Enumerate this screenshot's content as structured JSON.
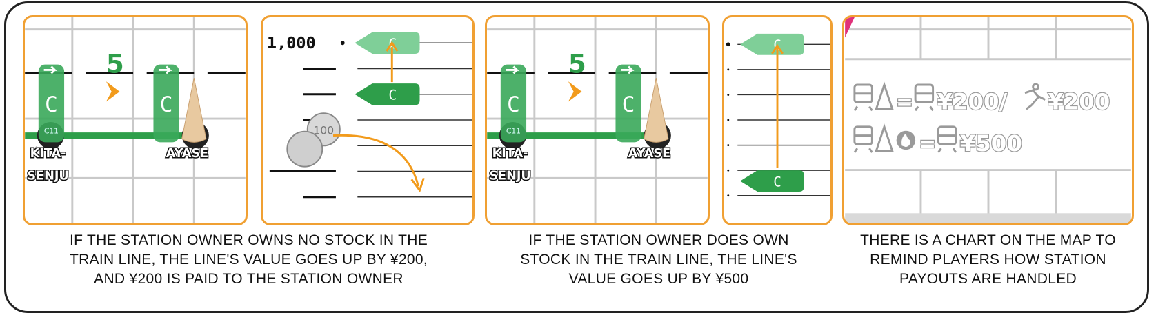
{
  "panel1": {
    "distance": "5",
    "token_letter": "C",
    "token_sub": "C11",
    "station_a_line1": "KITA-",
    "station_a_line2": "SENJU",
    "station_b": "AYASE"
  },
  "panel2": {
    "track_value": "1,000",
    "token_letter": "C",
    "coin_label": "100"
  },
  "panel3": {
    "distance": "5",
    "token_letter": "C",
    "token_sub": "C11",
    "station_a_line1": "KITA-",
    "station_a_line2": "SENJU",
    "station_b": "AYASE"
  },
  "panel4": {
    "token_letter": "C"
  },
  "panel5": {
    "row1_eq": "=",
    "row1_value": "¥200/",
    "row1_value2": "¥200",
    "row2_eq": "=",
    "row2_value": "¥500"
  },
  "captions": {
    "left": [
      "IF THE STATION OWNER OWNS NO STOCK IN THE",
      "TRAIN LINE, THE LINE'S VALUE GOES UP BY ¥200,",
      "AND ¥200 IS PAID TO THE STATION OWNER"
    ],
    "middle": [
      "IF THE STATION OWNER DOES OWN",
      "STOCK IN THE TRAIN LINE, THE LINE'S",
      "VALUE GOES UP BY ¥500"
    ],
    "right": [
      "THERE IS A CHART ON THE MAP TO",
      "REMIND PLAYERS HOW STATION",
      "PAYOUTS ARE HANDLED"
    ]
  },
  "colors": {
    "panel_border": "#f0a033",
    "line_green": "#2e9e4a",
    "token_green": "#3aa85a",
    "token_light": "#7fcf98",
    "arrow_orange": "#f29b1c",
    "grid": "#c9c9c9"
  }
}
